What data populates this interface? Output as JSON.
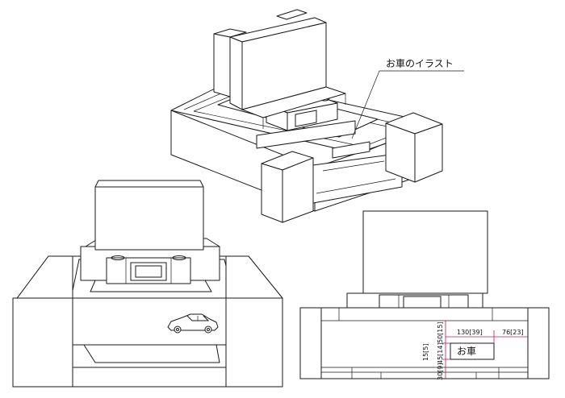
{
  "callout": {
    "text": "お車のイラスト"
  },
  "plate": {
    "text": "お車"
  },
  "dimensions": {
    "width_a": "130[39]",
    "width_b": "76[23]",
    "height_a": "50[15]",
    "height_b": "45[14]",
    "height_c": "30[9]",
    "height_d": "15[5]"
  },
  "colors": {
    "line": "#1a1a1a",
    "dimension": "#c2185b"
  }
}
